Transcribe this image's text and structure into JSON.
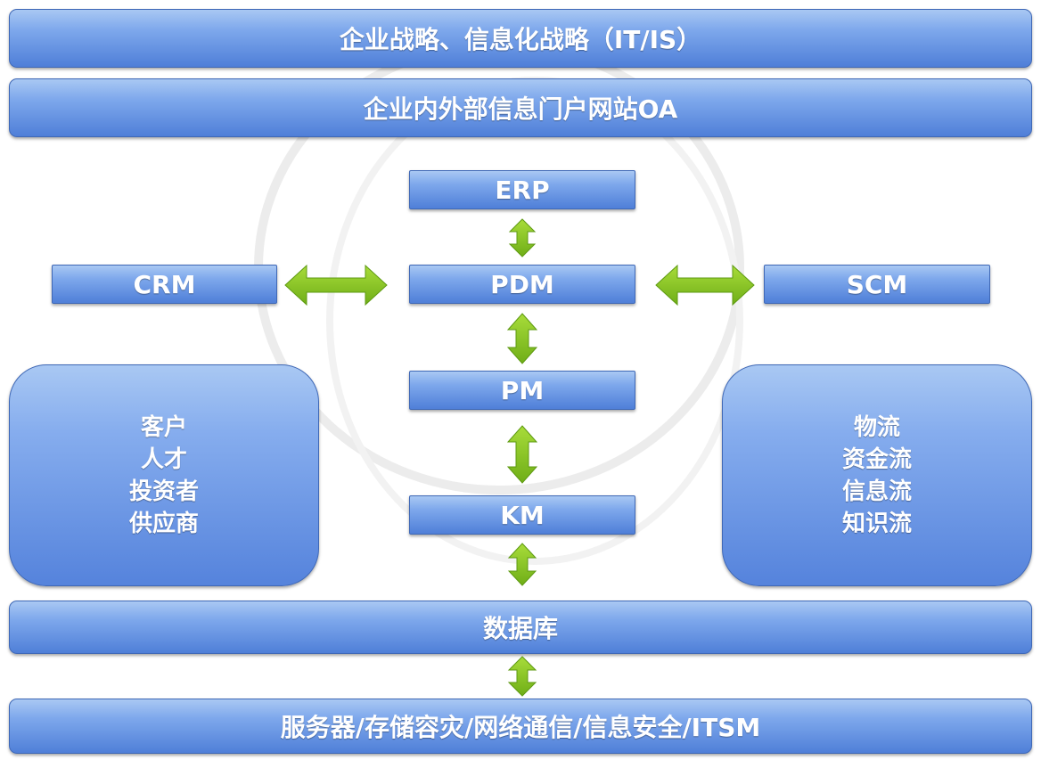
{
  "top_bars": {
    "strategy": "企业战略、信息化战略（IT/IS）",
    "portal": "企业内外部信息门户网站OA"
  },
  "modules": {
    "erp": "ERP",
    "crm": "CRM",
    "pdm": "PDM",
    "scm": "SCM",
    "pm": "PM",
    "km": "KM"
  },
  "left_panel": {
    "lines": [
      "客户",
      "人才",
      "投资者",
      "供应商"
    ]
  },
  "right_panel": {
    "lines": [
      "物流",
      "资金流",
      "信息流",
      "知识流"
    ]
  },
  "bottom_bars": {
    "database": "数据库",
    "infrastructure": "服务器/存储容灾/网络通信/信息安全/ITSM"
  },
  "colors": {
    "box_top": "#a9c8f3",
    "box_bottom": "#4f7fd8",
    "arrow": "#86c21f"
  }
}
